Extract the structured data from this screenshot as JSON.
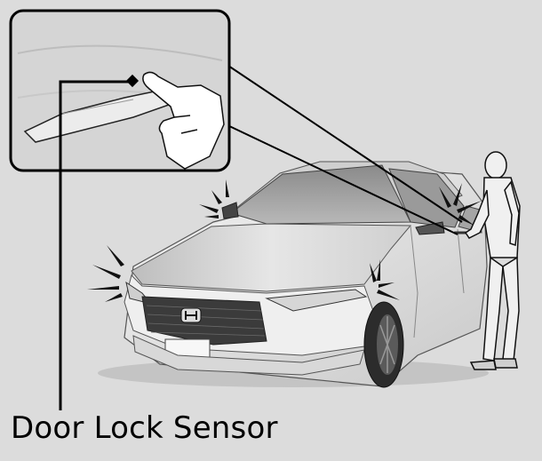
{
  "figure": {
    "caption": "Door Lock Sensor"
  },
  "colors": {
    "background": "#dcdcdc",
    "car_body": "#e9e9e9",
    "line": "#000000",
    "person": "#f0f0f0"
  },
  "icons": [
    "car-illustration",
    "person-illustration",
    "hand-touch-icon",
    "light-flash-icon",
    "callout-pointer"
  ]
}
